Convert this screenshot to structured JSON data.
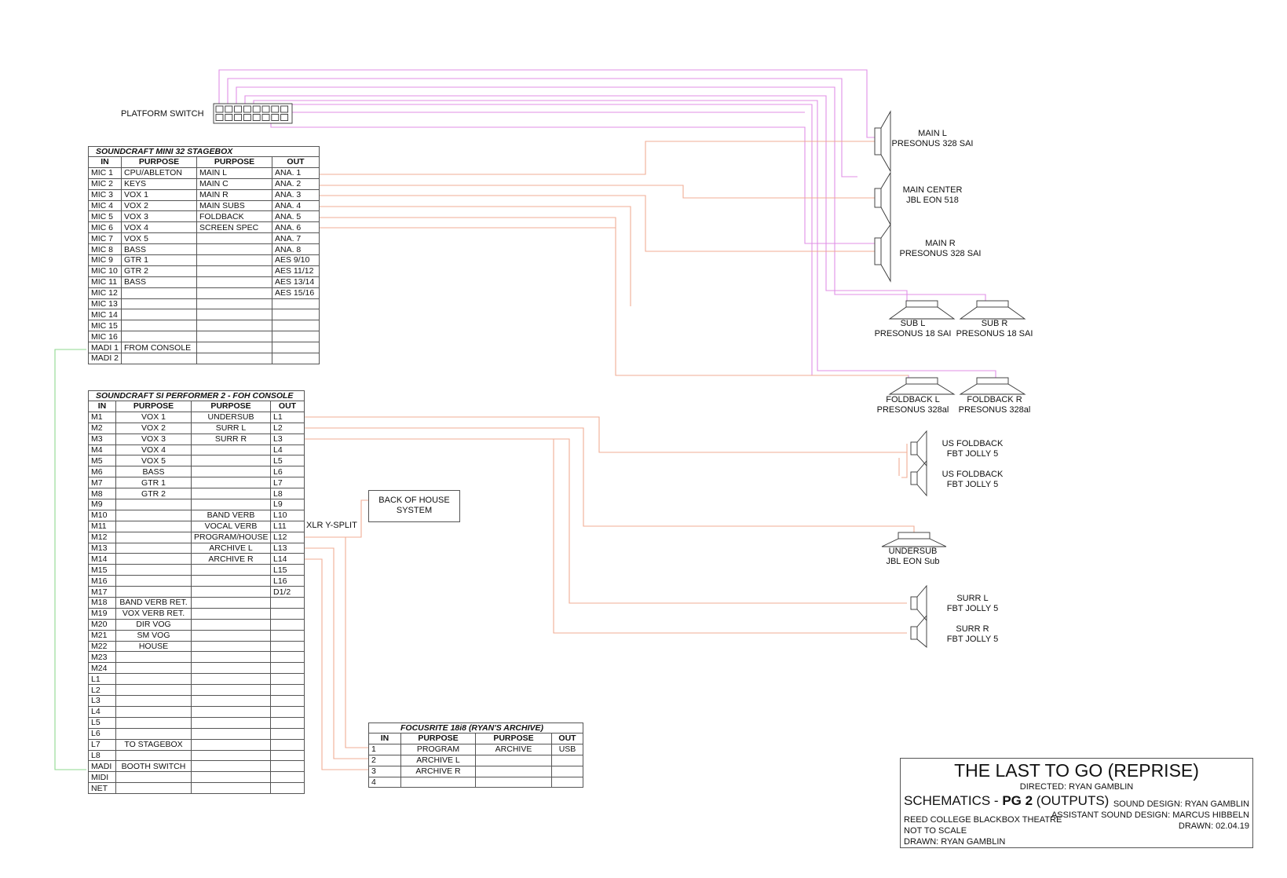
{
  "platform_switch": {
    "label": "PLATFORM SWITCH"
  },
  "stagebox": {
    "title": "SOUNDCRAFT MINI 32 STAGEBOX",
    "headers": [
      "IN",
      "PURPOSE",
      "PURPOSE",
      "OUT"
    ],
    "rows": [
      [
        "MIC 1",
        "CPU/ABLETON",
        "MAIN L",
        "ANA. 1"
      ],
      [
        "MIC 2",
        "KEYS",
        "MAIN C",
        "ANA. 2"
      ],
      [
        "MIC 3",
        "VOX 1",
        "MAIN R",
        "ANA. 3"
      ],
      [
        "MIC 4",
        "VOX 2",
        "MAIN SUBS",
        "ANA. 4"
      ],
      [
        "MIC 5",
        "VOX 3",
        "FOLDBACK",
        "ANA. 5"
      ],
      [
        "MIC 6",
        "VOX 4",
        "SCREEN SPEC",
        "ANA. 6"
      ],
      [
        "MIC 7",
        "VOX 5",
        "",
        "ANA. 7"
      ],
      [
        "MIC 8",
        "BASS",
        "",
        "ANA. 8"
      ],
      [
        "MIC 9",
        "GTR 1",
        "",
        "AES 9/10"
      ],
      [
        "MIC 10",
        "GTR 2",
        "",
        "AES 11/12"
      ],
      [
        "MIC 11",
        "BASS",
        "",
        "AES 13/14"
      ],
      [
        "MIC 12",
        "",
        "",
        "AES 15/16"
      ],
      [
        "MIC 13",
        "",
        "",
        ""
      ],
      [
        "MIC 14",
        "",
        "",
        ""
      ],
      [
        "MIC 15",
        "",
        "",
        ""
      ],
      [
        "MIC 16",
        "",
        "",
        ""
      ],
      [
        "MADI 1",
        "FROM CONSOLE",
        "",
        ""
      ],
      [
        "MADI 2",
        "",
        "",
        ""
      ]
    ]
  },
  "console": {
    "title": "SOUNDCRAFT SI PERFORMER 2 - FOH CONSOLE",
    "headers": [
      "IN",
      "PURPOSE",
      "PURPOSE",
      "OUT"
    ],
    "rows": [
      [
        "M1",
        "VOX 1",
        "UNDERSUB",
        "L1"
      ],
      [
        "M2",
        "VOX 2",
        "SURR L",
        "L2"
      ],
      [
        "M3",
        "VOX 3",
        "SURR R",
        "L3"
      ],
      [
        "M4",
        "VOX 4",
        "",
        "L4"
      ],
      [
        "M5",
        "VOX 5",
        "",
        "L5"
      ],
      [
        "M6",
        "BASS",
        "",
        "L6"
      ],
      [
        "M7",
        "GTR 1",
        "",
        "L7"
      ],
      [
        "M8",
        "GTR 2",
        "",
        "L8"
      ],
      [
        "M9",
        "",
        "",
        "L9"
      ],
      [
        "M10",
        "",
        "BAND VERB",
        "L10"
      ],
      [
        "M11",
        "",
        "VOCAL VERB",
        "L11"
      ],
      [
        "M12",
        "",
        "PROGRAM/HOUSE",
        "L12"
      ],
      [
        "M13",
        "",
        "ARCHIVE L",
        "L13"
      ],
      [
        "M14",
        "",
        "ARCHIVE R",
        "L14"
      ],
      [
        "M15",
        "",
        "",
        "L15"
      ],
      [
        "M16",
        "",
        "",
        "L16"
      ],
      [
        "M17",
        "",
        "",
        "D1/2"
      ],
      [
        "M18",
        "BAND VERB RET.",
        "",
        ""
      ],
      [
        "M19",
        "VOX VERB RET.",
        "",
        ""
      ],
      [
        "M20",
        "DIR VOG",
        "",
        ""
      ],
      [
        "M21",
        "SM VOG",
        "",
        ""
      ],
      [
        "M22",
        "HOUSE",
        "",
        ""
      ],
      [
        "M23",
        "",
        "",
        ""
      ],
      [
        "M24",
        "",
        "",
        ""
      ],
      [
        "L1",
        "",
        "",
        ""
      ],
      [
        "L2",
        "",
        "",
        ""
      ],
      [
        "L3",
        "",
        "",
        ""
      ],
      [
        "L4",
        "",
        "",
        ""
      ],
      [
        "L5",
        "",
        "",
        ""
      ],
      [
        "L6",
        "",
        "",
        ""
      ],
      [
        "L7",
        "TO STAGEBOX",
        "",
        ""
      ],
      [
        "L8",
        "",
        "",
        ""
      ],
      [
        "MADI",
        "BOOTH SWITCH",
        "",
        ""
      ],
      [
        "MIDI",
        "",
        "",
        ""
      ],
      [
        "NET",
        "",
        "",
        ""
      ]
    ]
  },
  "focusrite": {
    "title": "FOCUSRITE 18i8 (RYAN'S ARCHIVE)",
    "headers": [
      "IN",
      "PURPOSE",
      "PURPOSE",
      "OUT"
    ],
    "rows": [
      [
        "1",
        "PROGRAM",
        "ARCHIVE",
        "USB"
      ],
      [
        "2",
        "ARCHIVE L",
        "",
        ""
      ],
      [
        "3",
        "ARCHIVE R",
        "",
        ""
      ],
      [
        "4",
        "",
        "",
        ""
      ]
    ]
  },
  "xlr_label": "XLR Y-SPLIT",
  "back_of_house": [
    "BACK OF HOUSE",
    "SYSTEM"
  ],
  "speakers": {
    "main_l": [
      "MAIN L",
      "PRESONUS 328 SAI"
    ],
    "main_c": [
      "MAIN CENTER",
      "JBL EON 518"
    ],
    "main_r": [
      "MAIN R",
      "PRESONUS 328 SAI"
    ],
    "sub_l": [
      "SUB L",
      "PRESONUS 18 SAI"
    ],
    "sub_r": [
      "SUB R",
      "PRESONUS 18 SAI"
    ],
    "fold_l": [
      "FOLDBACK L",
      "PRESONUS 328al"
    ],
    "fold_r": [
      "FOLDBACK R",
      "PRESONUS 328al"
    ],
    "us_fold_1": [
      "US FOLDBACK",
      "FBT JOLLY 5"
    ],
    "us_fold_2": [
      "US FOLDBACK",
      "FBT JOLLY 5"
    ],
    "undersub": [
      "UNDERSUB",
      "JBL EON Sub"
    ],
    "surr_l": [
      "SURR L",
      "FBT JOLLY 5"
    ],
    "surr_r": [
      "SURR R",
      "FBT JOLLY 5"
    ]
  },
  "title_block": {
    "title": "THE LAST TO GO (REPRISE)",
    "directed": "DIRECTED: RYAN GAMBLIN",
    "sheet_prefix": "SCHEMATICS - ",
    "sheet_bold": "PG 2",
    "sheet_suffix": " (OUTPUTS)",
    "sound_design": "SOUND DESIGN: RYAN GAMBLIN",
    "assistant": "ASSISTANT SOUND DESIGN: MARCUS HIBBELN",
    "drawn_date": "DRAWN: 02.04.19",
    "venue": "REED COLLEGE BLACKBOX THEATRE",
    "scale": "NOT TO SCALE",
    "drawn_by": "DRAWN: RYAN GAMBLIN"
  }
}
